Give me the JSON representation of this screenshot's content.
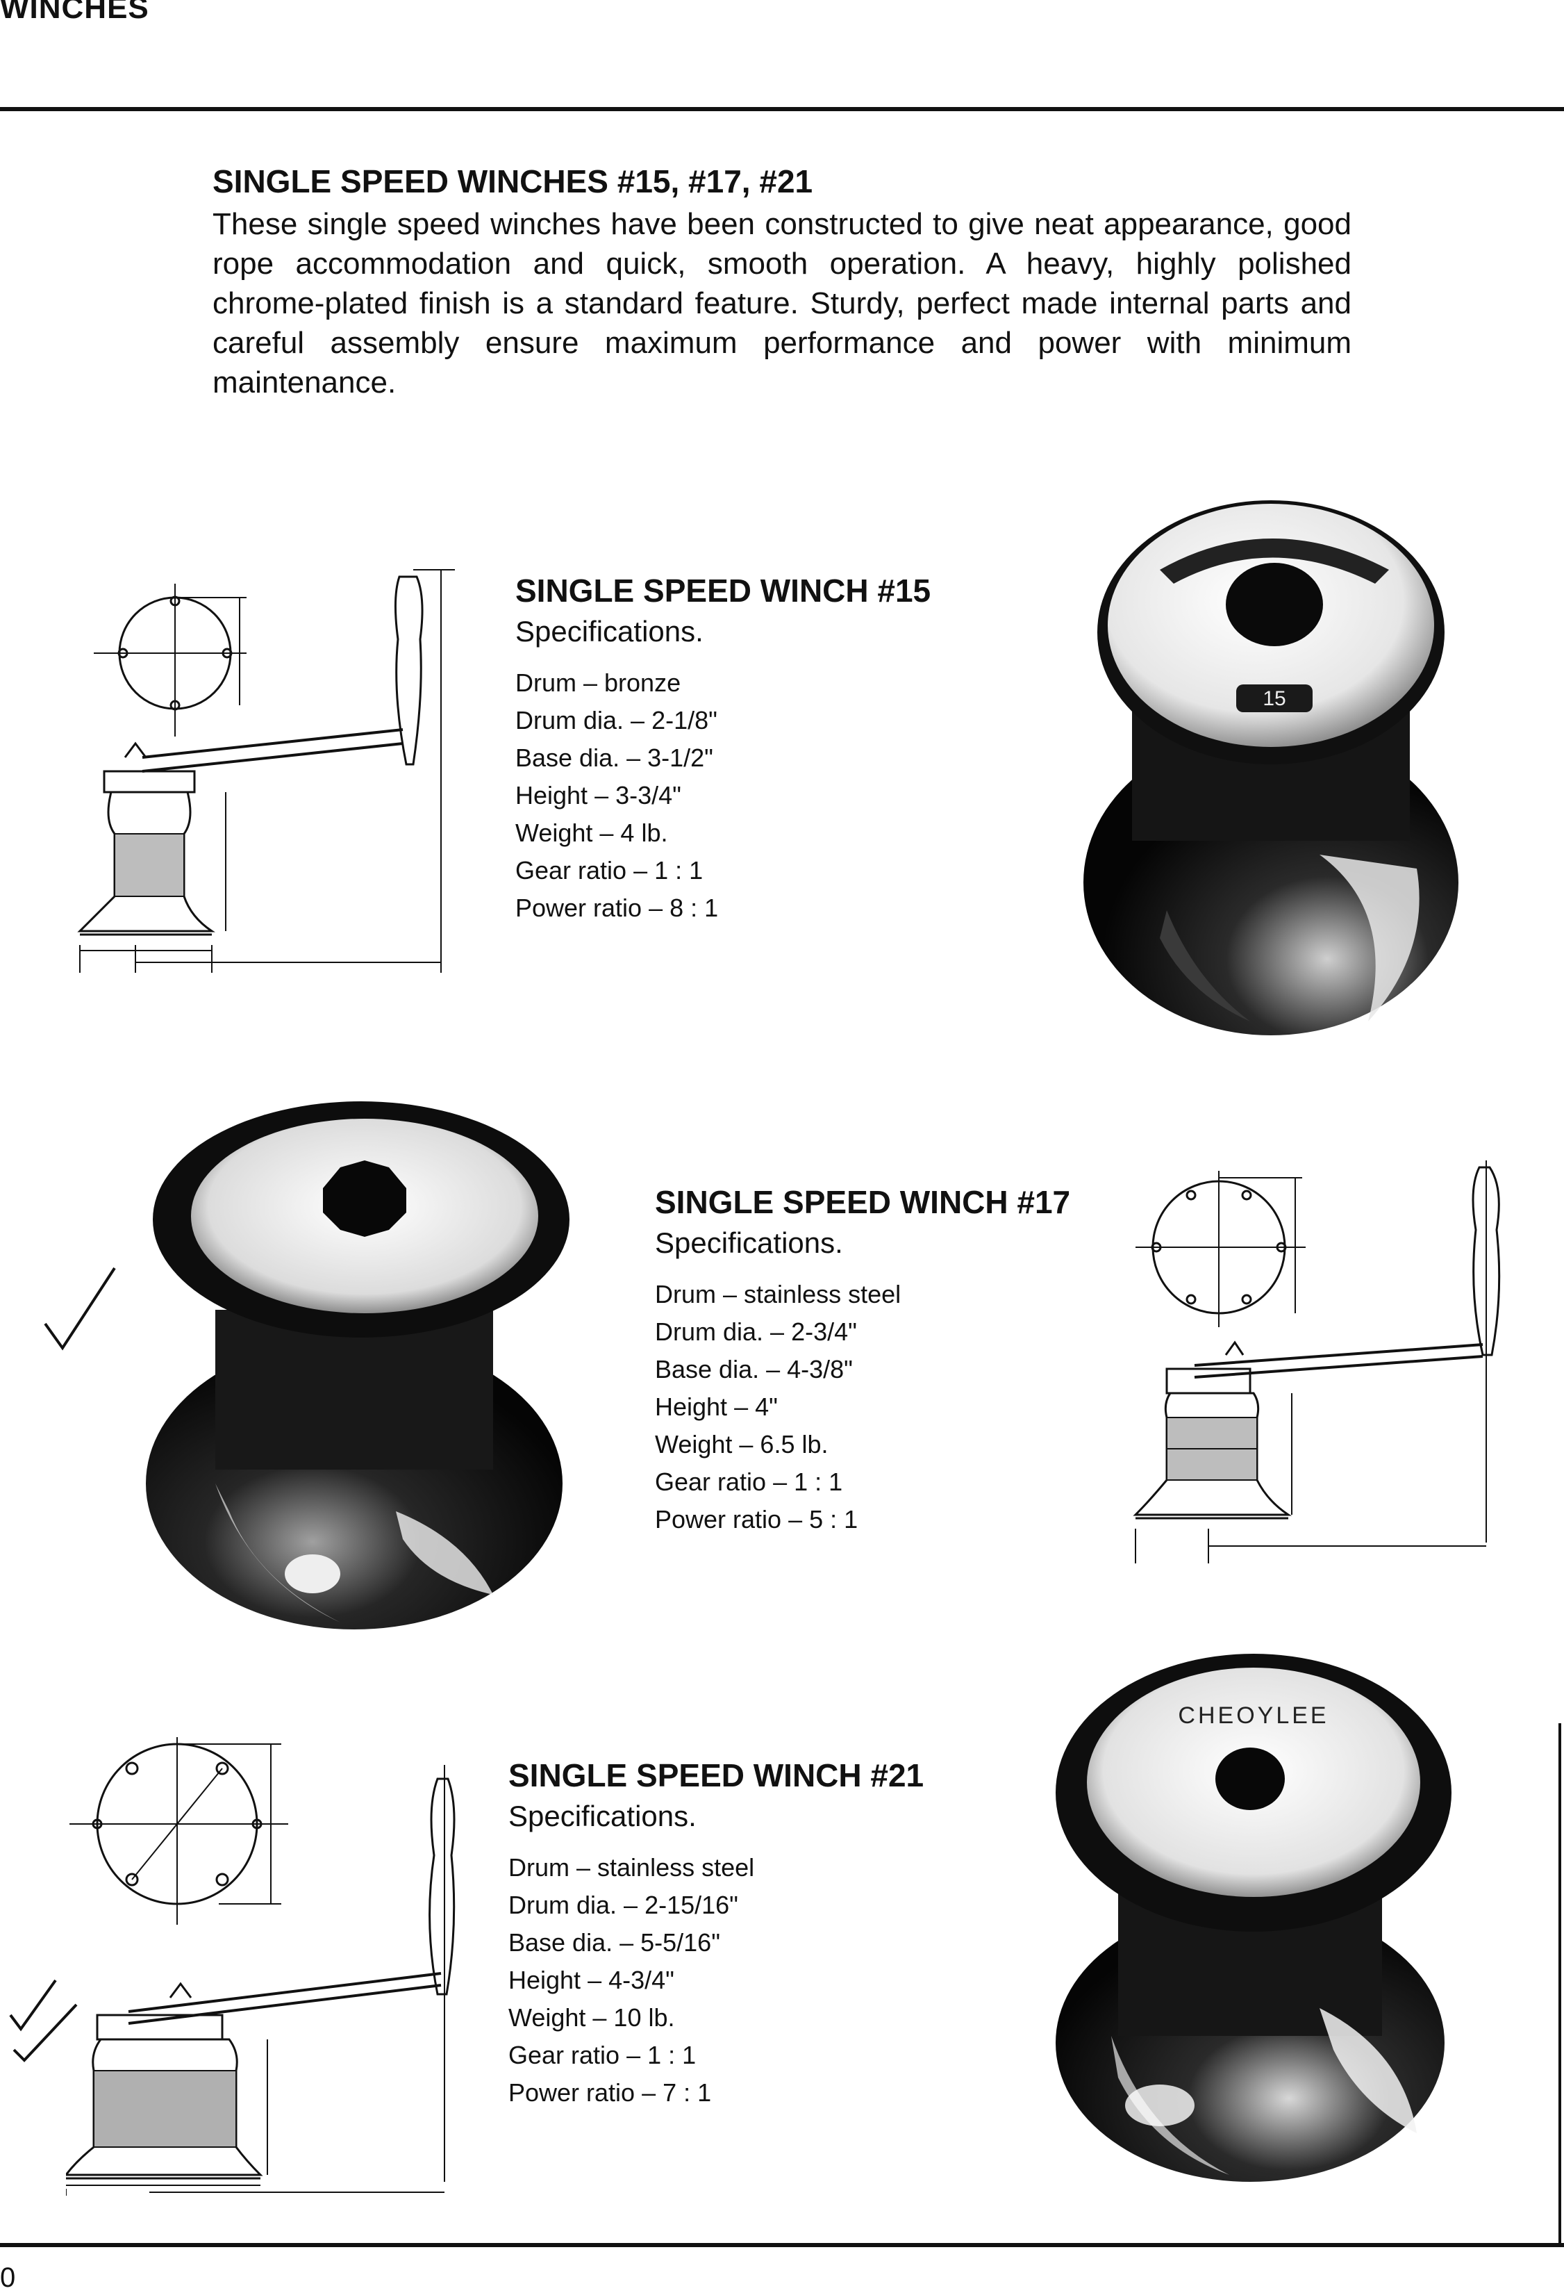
{
  "header": {
    "title": "WINCHES"
  },
  "intro": {
    "title": "SINGLE SPEED WINCHES #15, #17, #21",
    "body": "These single speed winches have been constructed to give neat appearance, good rope accommodation and quick, smooth operation. A heavy, highly polished chrome-plated finish is a standard feature. Sturdy, perfect made internal parts and careful assembly ensure maximum performance and power with minimum maintenance."
  },
  "winches": [
    {
      "title": "SINGLE SPEED WINCH #15",
      "subtitle": "Specifications.",
      "specs": [
        "Drum – bronze",
        "Drum dia. – 2-1/8\"",
        "Base dia. – 3-1/2\"",
        "Height – 3-3/4\"",
        "Weight – 4 lb.",
        "Gear ratio – 1 : 1",
        "Power ratio – 8 : 1"
      ],
      "badge_text": "15"
    },
    {
      "title": "SINGLE SPEED WINCH #17",
      "subtitle": "Specifications.",
      "specs": [
        "Drum – stainless steel",
        "Drum dia. – 2-3/4\"",
        "Base dia. – 4-3/8\"",
        "Height – 4\"",
        "Weight – 6.5 lb.",
        "Gear ratio – 1 : 1",
        "Power ratio – 5 : 1"
      ]
    },
    {
      "title": "SINGLE SPEED WINCH #21",
      "subtitle": "Specifications.",
      "specs": [
        "Drum – stainless steel",
        "Drum dia. – 2-15/16\"",
        "Base dia. – 5-5/16\"",
        "Height – 4-3/4\"",
        "Weight – 10 lb.",
        "Gear ratio – 1 : 1",
        "Power ratio – 7 : 1"
      ],
      "brand_text": "CHEOYLEE"
    }
  ],
  "footer": {
    "page_number": "0"
  }
}
